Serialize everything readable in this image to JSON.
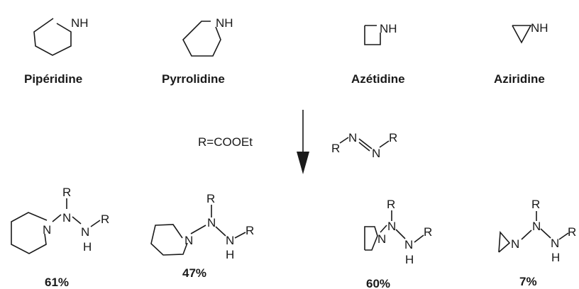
{
  "reactants": [
    {
      "name": "Pipéridine",
      "nh": "NH"
    },
    {
      "name": "Pyrrolidine",
      "nh": "NH"
    },
    {
      "name": "Azétidine",
      "nh": "NH"
    },
    {
      "name": "Aziridine",
      "nh": "NH"
    }
  ],
  "conditions": {
    "r_definition": "R=COOEt",
    "reagent_atoms": {
      "r": "R",
      "n": "N"
    }
  },
  "products": [
    {
      "yield": "61%"
    },
    {
      "yield": "47%"
    },
    {
      "yield": "60%"
    },
    {
      "yield": "7%"
    }
  ],
  "product_atoms": {
    "n": "N",
    "r": "R",
    "h": "H"
  },
  "colors": {
    "ink": "#1a1a1a",
    "background": "#ffffff"
  }
}
